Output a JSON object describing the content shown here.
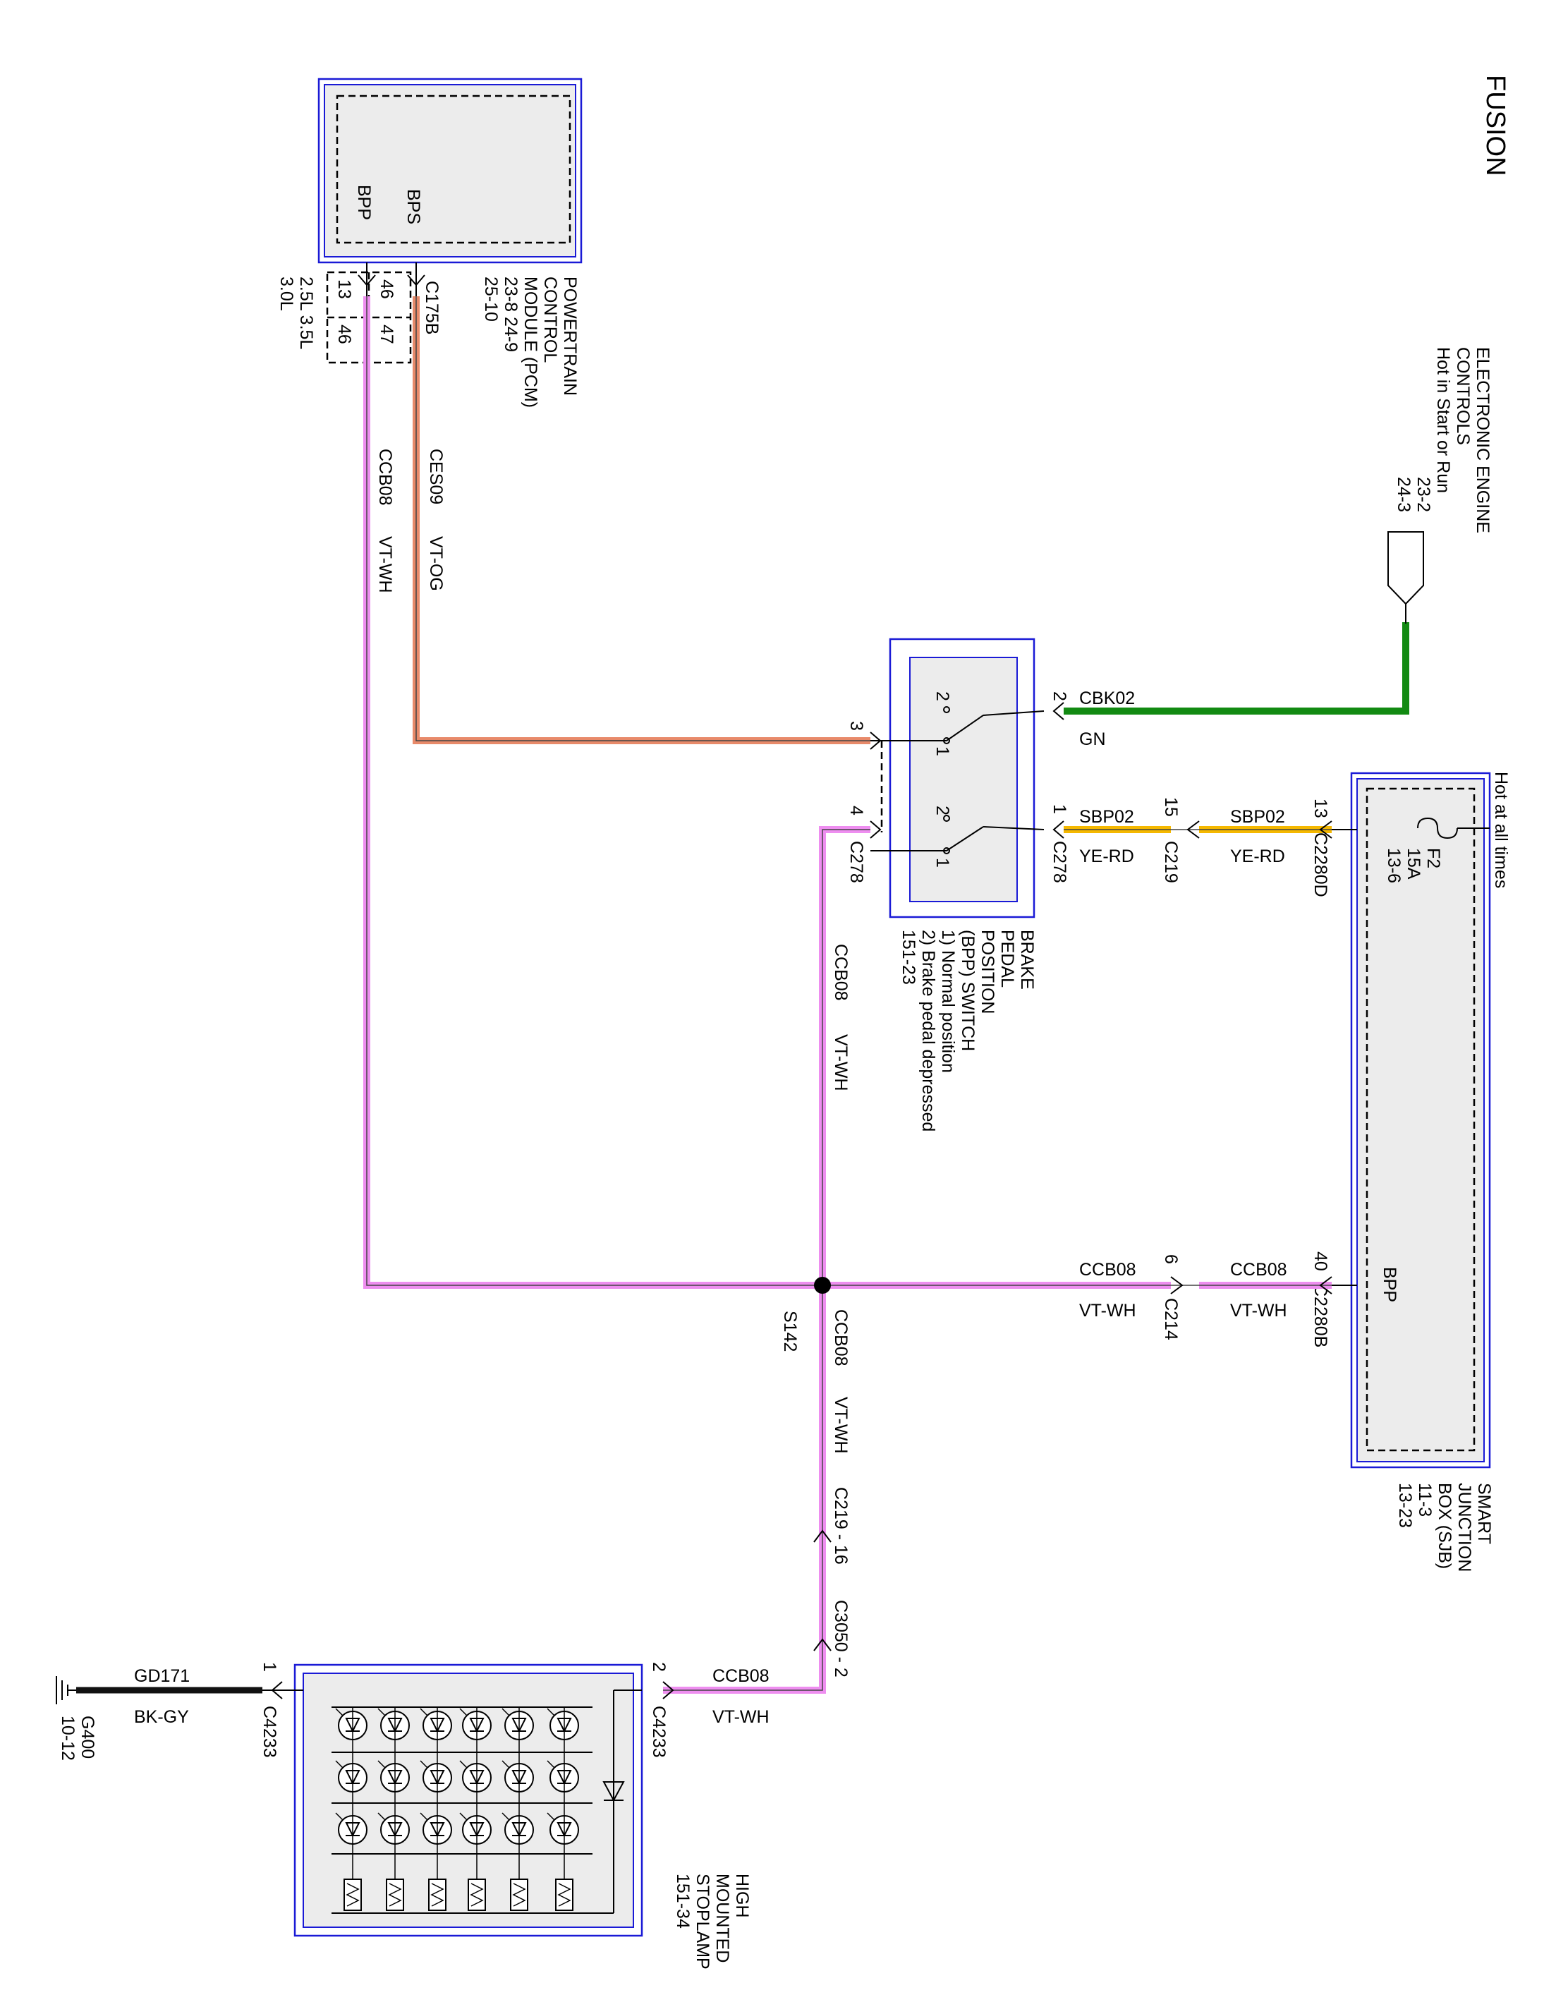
{
  "title": "FUSION",
  "components": {
    "pcm": {
      "name": [
        "POWERTRAIN",
        "CONTROL",
        "MODULE (PCM)"
      ],
      "refs": [
        "23-8  24-9",
        "25-10"
      ],
      "pins": [
        "BPS",
        "BPP"
      ],
      "connector": "C175B",
      "engine_labels": [
        "2.5L  3.5L",
        "3.0L"
      ],
      "pin_grid": [
        "46",
        "47",
        "13",
        "46"
      ]
    },
    "eec": {
      "name": [
        "ELECTRONIC ENGINE",
        "CONTROLS"
      ],
      "note": "Hot in Start or Run",
      "refs": [
        "23-2",
        "24-3"
      ]
    },
    "bpp_switch": {
      "name": [
        "BRAKE",
        "PEDAL",
        "POSITION",
        "(BPP) SWITCH"
      ],
      "legend": [
        "1) Normal position",
        "2) Brake pedal depressed"
      ],
      "ref": "151-23",
      "connector": "C278",
      "pins": [
        "1",
        "2",
        "3",
        "4"
      ],
      "positions": [
        "1",
        "2"
      ]
    },
    "sjb": {
      "name": [
        "SMART",
        "JUNCTION",
        "BOX (SJB)"
      ],
      "refs": [
        "11-3",
        "13-23"
      ],
      "note": "Hot at all times",
      "fuse": "F2",
      "fuse_rating": "15A",
      "fuse_ref": "13-6",
      "pin_label": "BPP",
      "connectors": [
        "C2280D",
        "C2280B"
      ],
      "pins": [
        "13",
        "40"
      ]
    },
    "stoplamp": {
      "name": [
        "HIGH",
        "MOUNTED",
        "STOPLAMP"
      ],
      "ref": "151-34",
      "connector": "C4233",
      "pins": [
        "1",
        "2"
      ]
    },
    "ground": {
      "name": "G400",
      "ref": "10-12"
    }
  },
  "wires": {
    "ces09": {
      "circuit": "CES09",
      "color": "VT-OG"
    },
    "ccb08": {
      "circuit": "CCB08",
      "color": "VT-WH"
    },
    "cbk02": {
      "circuit": "CBK02",
      "color": "GN"
    },
    "sbp02": {
      "circuit": "SBP02",
      "color": "YE-RD"
    },
    "gd171": {
      "circuit": "GD171",
      "color": "BK-GY"
    }
  },
  "connectors": {
    "c219": {
      "name": "C219",
      "pin": "15"
    },
    "c214": {
      "name": "C214",
      "pin": "6"
    },
    "c219_16": {
      "name": "C219 - 16"
    },
    "c3050_2": {
      "name": "C3050 - 2"
    }
  },
  "splice": {
    "name": "S142"
  },
  "wire_colors": {
    "VT-OG": "#e88a6a",
    "VT-WH": "#ee8ef0",
    "GN": "#128a12",
    "YE-RD": "#f5b800",
    "BK-GY": "#111111"
  }
}
